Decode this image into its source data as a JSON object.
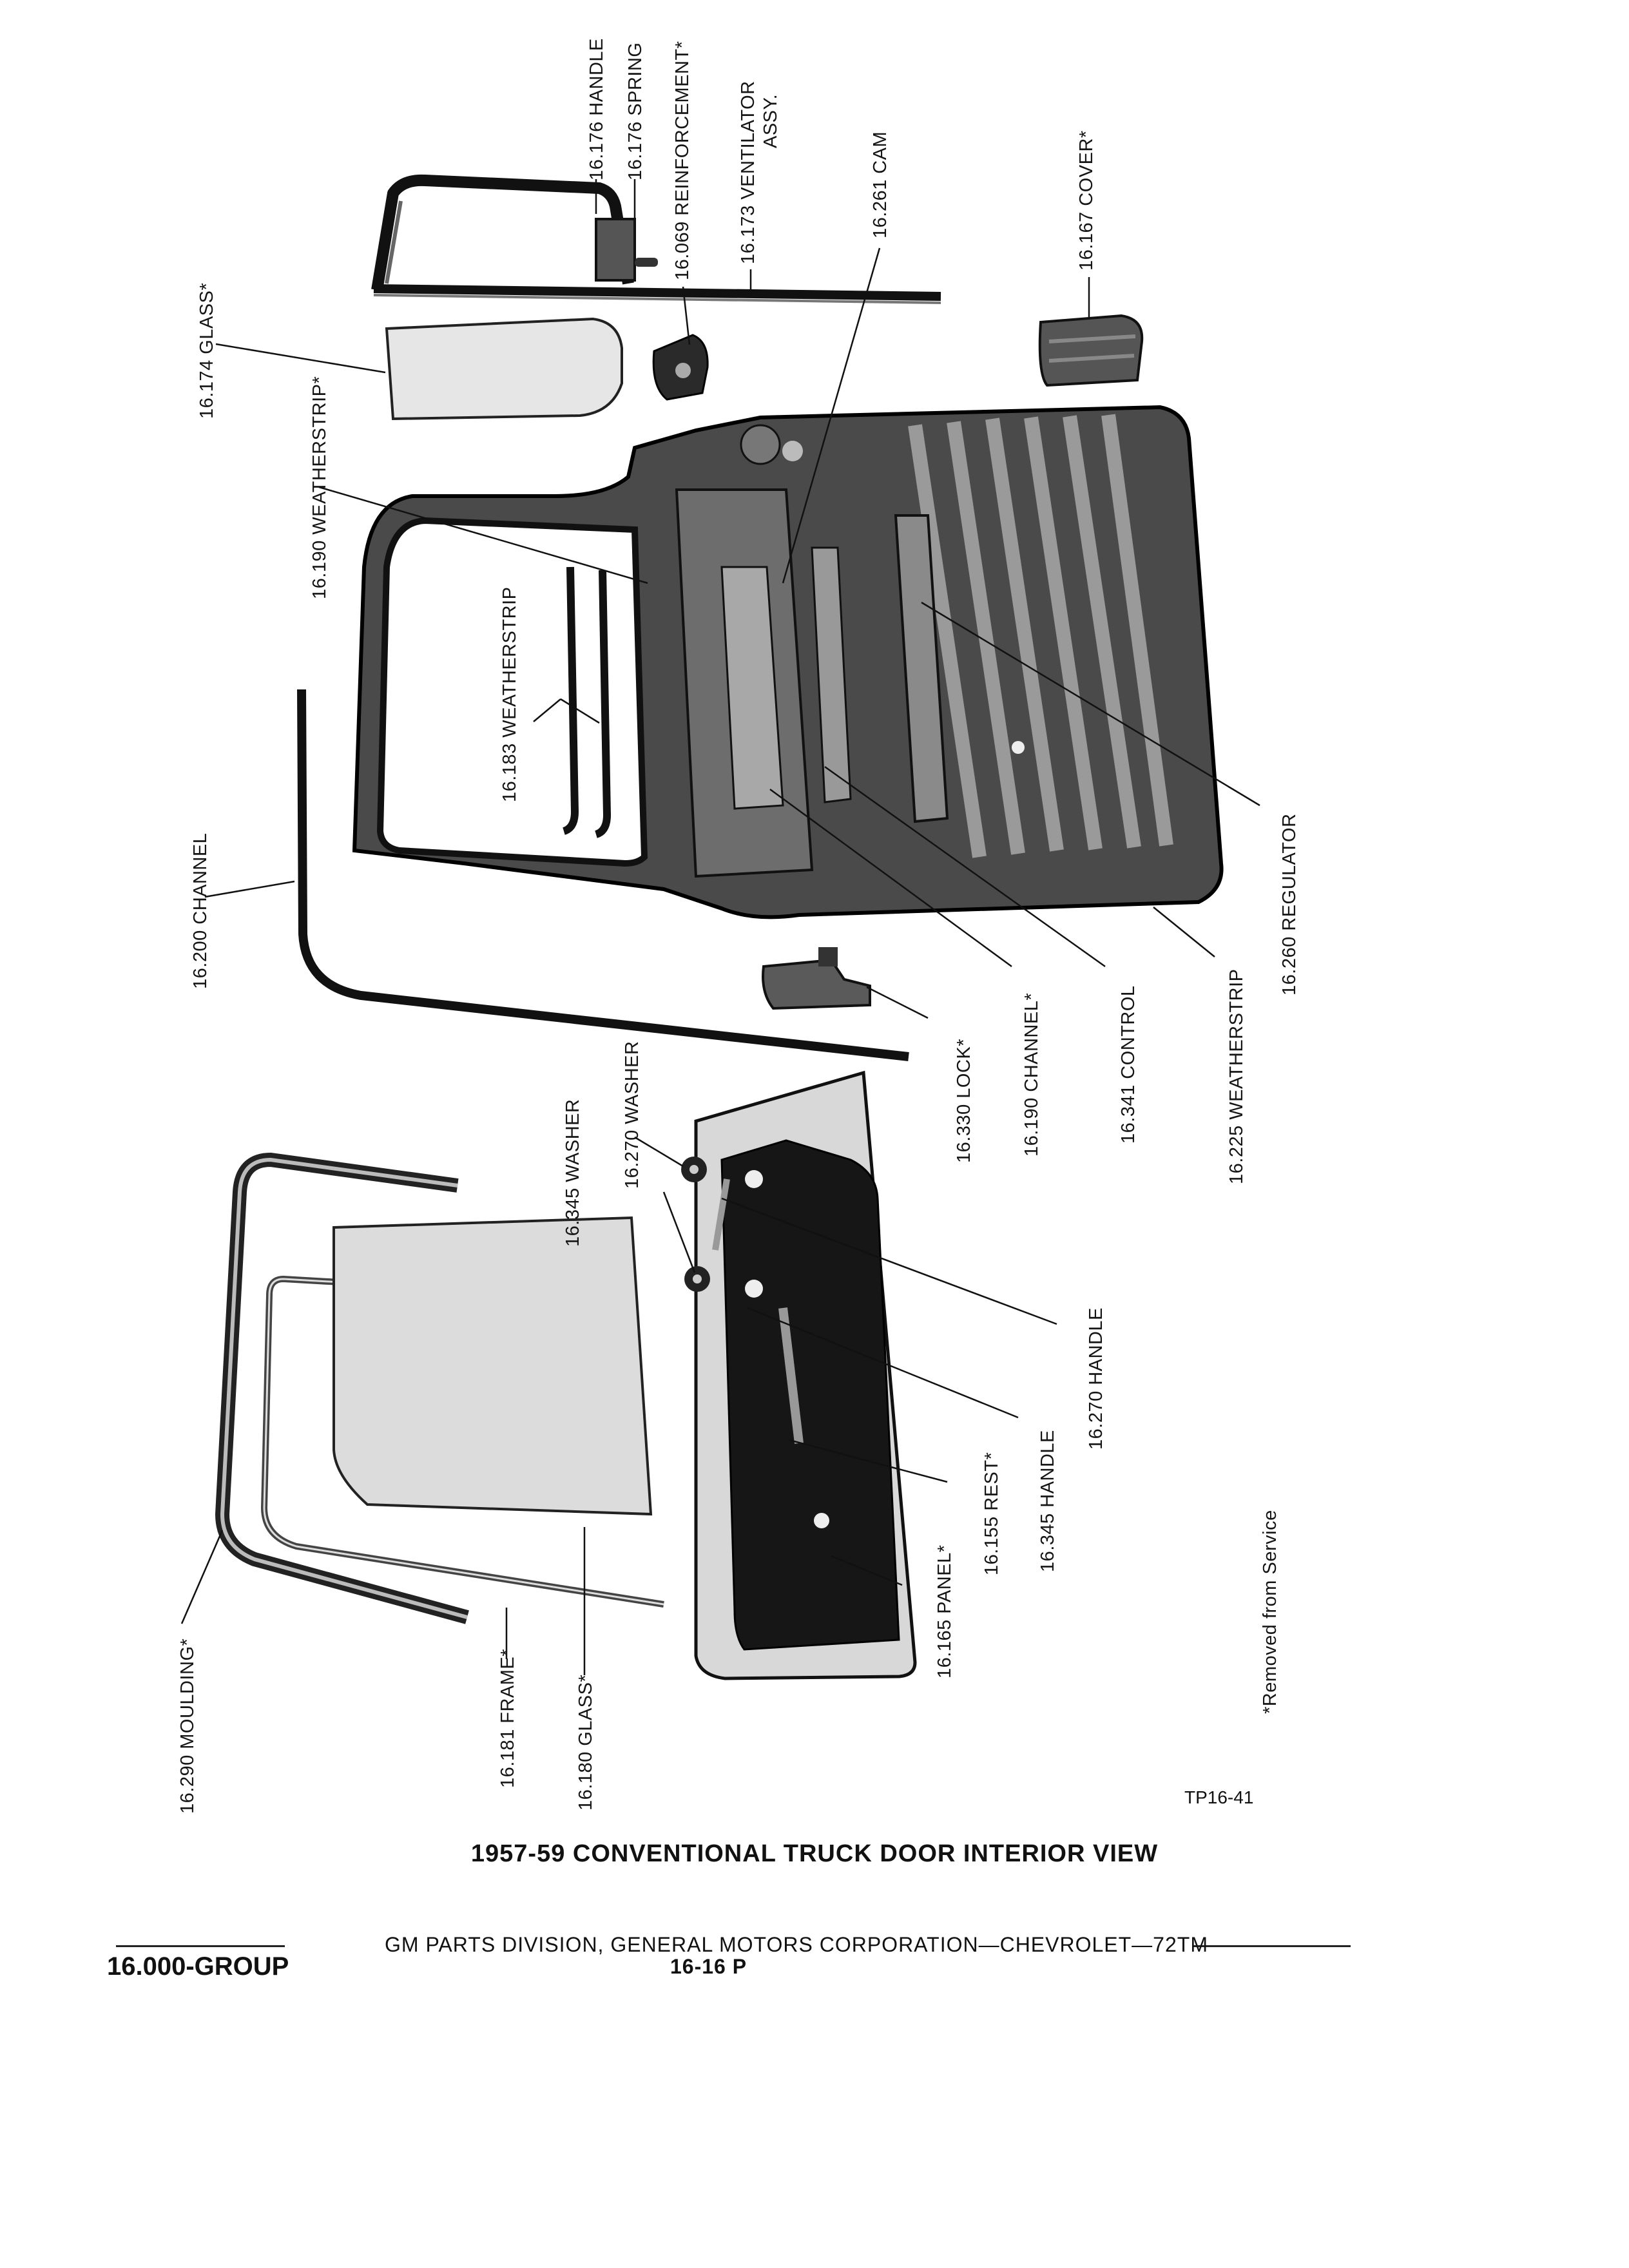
{
  "labels": {
    "handle_16176": "16.176 HANDLE",
    "spring_16176": "16.176 SPRING",
    "reinforcement_16069": "16.069 REINFORCEMENT*",
    "ventilator_16173": "16.173 VENTILATOR",
    "ventilator_16173_cont": "ASSY.",
    "cam_16261": "16.261 CAM",
    "cover_16167": "16.167 COVER*",
    "glass_16174": "16.174 GLASS*",
    "weatherstrip_16190": "16.190 WEATHERSTRIP*",
    "weatherstrip_16183": "16.183 WEATHERSTRIP",
    "channel_16200": "16.200 CHANNEL",
    "lock_16330": "16.330 LOCK*",
    "channel_16190": "16.190 CHANNEL*",
    "control_16341": "16.341 CONTROL",
    "weatherstrip_16225": "16.225 WEATHERSTRIP",
    "regulator_16260": "16.260 REGULATOR",
    "washer_16345": "16.345 WASHER",
    "washer_16270": "16.270 WASHER",
    "handle_16270": "16.270 HANDLE",
    "handle_16345": "16.345 HANDLE",
    "rest_16155": "16.155 REST*",
    "panel_16165": "16.165 PANEL*",
    "moulding_16290": "16.290 MOULDING*",
    "frame_16181": "16.181 FRAME*",
    "glass_16180": "16.180 GLASS*",
    "removed_note": "*Removed from Service"
  },
  "figure_code": "TP16-41",
  "caption": "1957-59 CONVENTIONAL TRUCK DOOR INTERIOR VIEW",
  "footer": {
    "publisher": "GM PARTS DIVISION,  GENERAL MOTORS CORPORATION—CHEVROLET—72TM",
    "group": "16.000-GROUP",
    "page": "16-16 P"
  }
}
